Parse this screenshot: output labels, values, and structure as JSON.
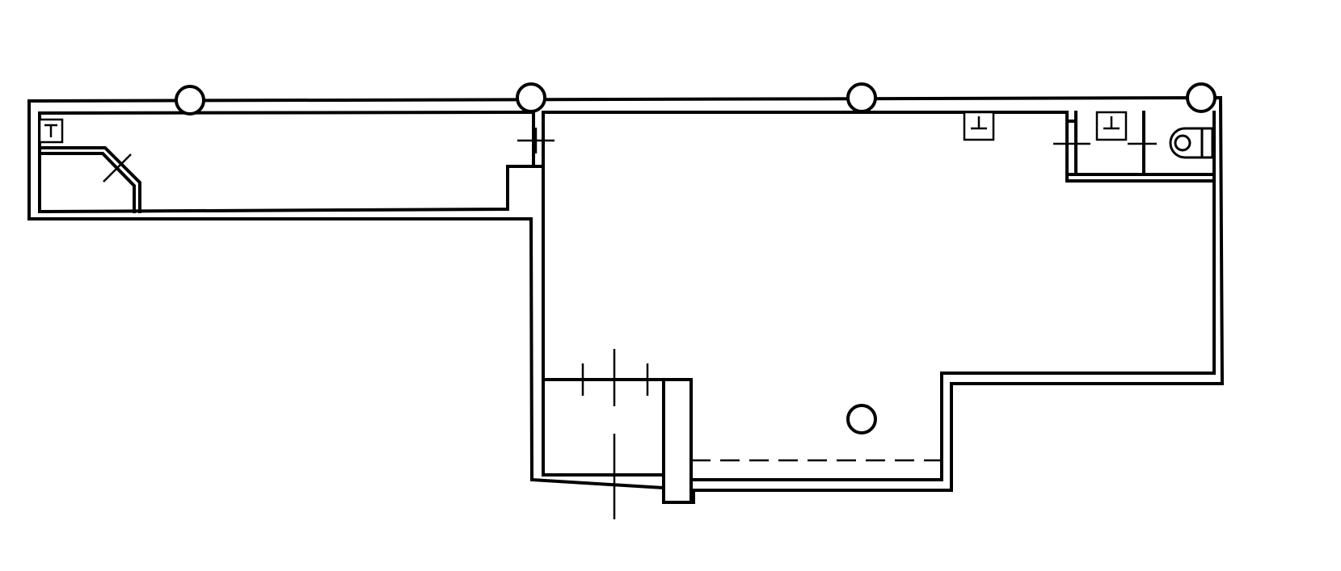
{
  "diagram": {
    "type": "floor-plan",
    "stroke_color": "#000000",
    "background_color": "#ffffff",
    "elements": {
      "columns": 5,
      "sinks": 3,
      "toilets": 1,
      "doors": 4
    }
  }
}
